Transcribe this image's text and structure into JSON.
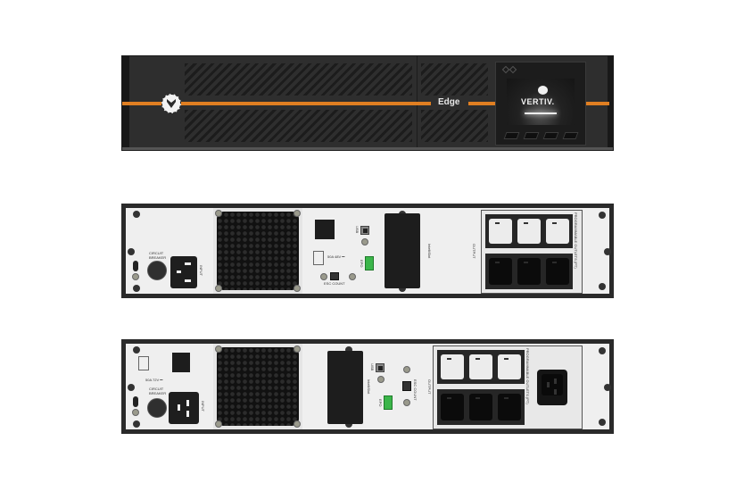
{
  "scene": {
    "description": "Vertiv Edge UPS — front view and two rear panel variants",
    "background_color": "#ffffff"
  },
  "front_unit": {
    "brand_text": "VERTIV.",
    "model_label": "Edge",
    "accent_color": "#e07f22",
    "body_color": "#2e2e2e",
    "display_buttons": 4
  },
  "rear_unit_1": {
    "labels": {
      "circuit_breaker": "CIRCUIT BREAKER",
      "input": "INPUT",
      "battery_rating": "50A 48V ⎓",
      "usb": "USB",
      "epo": "EPO",
      "esc_count": "ESC COUNT",
      "intellislot": "IntelliSlot",
      "output": "OUTPUT",
      "programmable": "PROGRAMMABLE OUTLETS (PT)"
    },
    "outlets": {
      "programmable": 3,
      "standard": 3
    }
  },
  "rear_unit_2": {
    "labels": {
      "circuit_breaker": "CIRCUIT BREAKER",
      "input": "INPUT",
      "battery_rating": "50A 72V ⎓",
      "usb": "USB",
      "epo": "EPO",
      "esc_count": "ESC COUNT",
      "intellislot": "IntelliSlot",
      "output": "OUTPUT",
      "programmable": "PROGRAMMABLE OUTLETS (PT)"
    },
    "outlets": {
      "programmable": 3,
      "standard": 3,
      "c19": 1
    }
  }
}
